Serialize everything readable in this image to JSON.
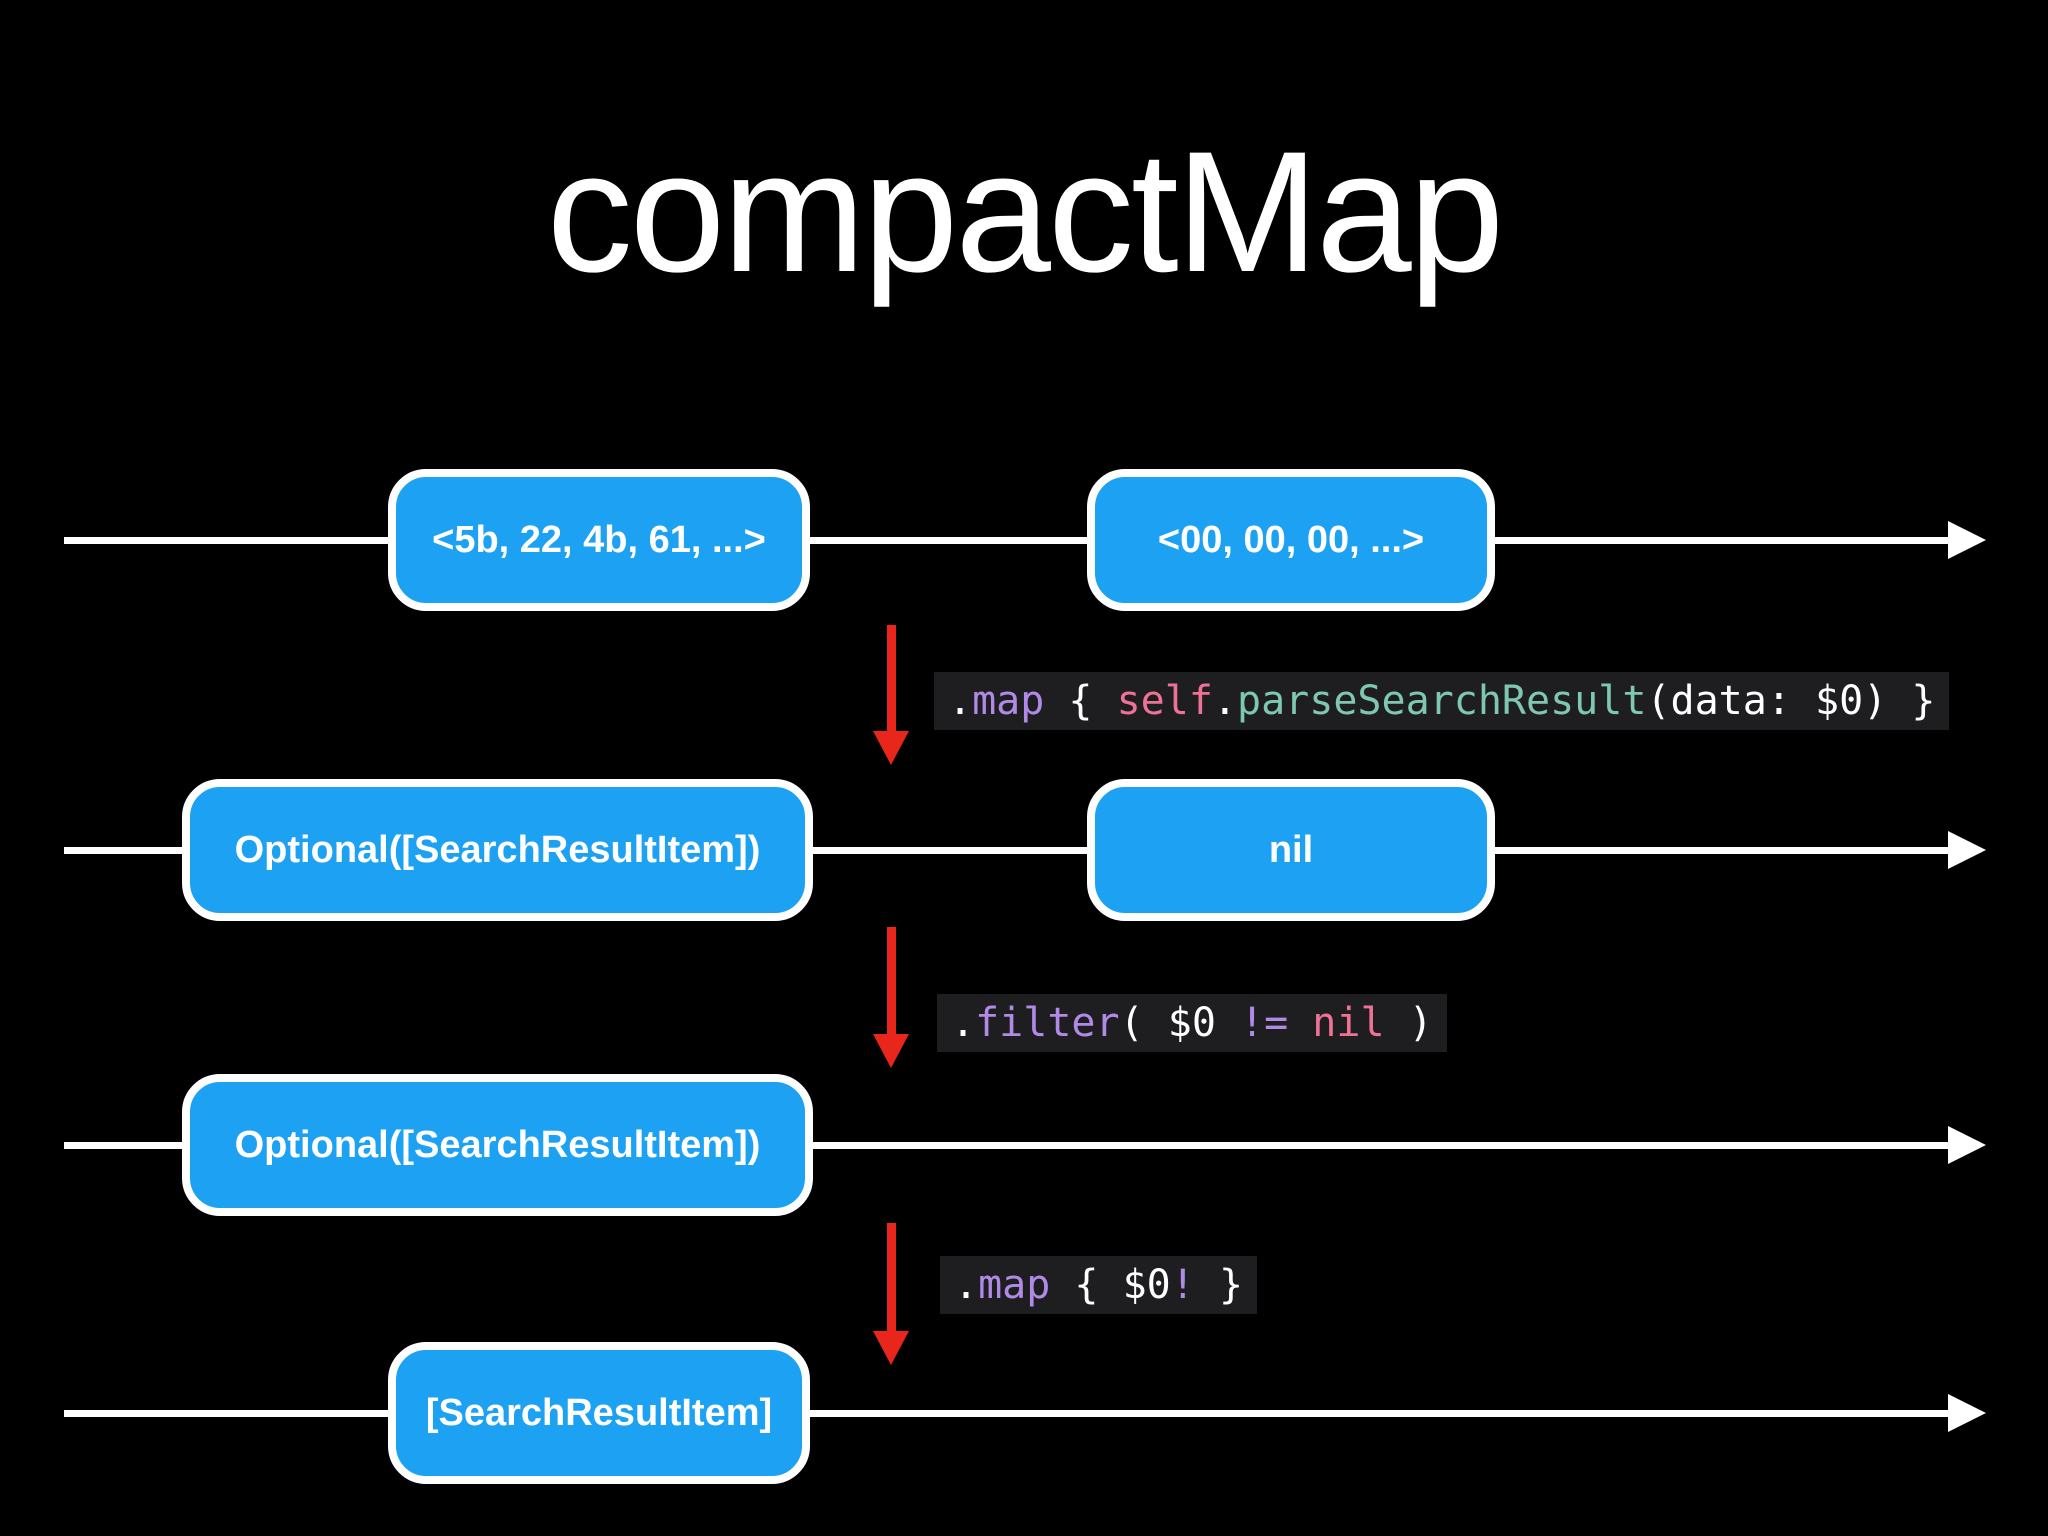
{
  "title": "compactMap",
  "diagram": {
    "timelines": [
      {
        "boxes": [
          {
            "label": "<5b, 22, 4b, 61, ...>"
          },
          {
            "label": "<00, 00, 00, ...>"
          }
        ]
      },
      {
        "boxes": [
          {
            "label": "Optional([SearchResultItem])"
          },
          {
            "label": "nil"
          }
        ]
      },
      {
        "boxes": [
          {
            "label": "Optional([SearchResultItem])"
          }
        ]
      },
      {
        "boxes": [
          {
            "label": "[SearchResultItem]"
          }
        ]
      }
    ],
    "operations": [
      {
        "code": ".map { self.parseSearchResult(data: $0) }",
        "tokens": [
          {
            "t": ".",
            "c": "plain"
          },
          {
            "t": "map",
            "c": "keyword"
          },
          {
            "t": " { ",
            "c": "plain"
          },
          {
            "t": "self",
            "c": "pink"
          },
          {
            "t": ".",
            "c": "plain"
          },
          {
            "t": "parseSearchResult",
            "c": "type"
          },
          {
            "t": "(data: $0) }",
            "c": "plain"
          }
        ]
      },
      {
        "code": ".filter( $0 != nil )",
        "tokens": [
          {
            "t": ".",
            "c": "plain"
          },
          {
            "t": "filter",
            "c": "keyword"
          },
          {
            "t": "( $0 ",
            "c": "plain"
          },
          {
            "t": "!=",
            "c": "keyword"
          },
          {
            "t": " ",
            "c": "plain"
          },
          {
            "t": "nil",
            "c": "pink"
          },
          {
            "t": " )",
            "c": "plain"
          }
        ]
      },
      {
        "code": ".map { $0! }",
        "tokens": [
          {
            "t": ".",
            "c": "plain"
          },
          {
            "t": "map",
            "c": "keyword"
          },
          {
            "t": " { ",
            "c": "plain"
          },
          {
            "t": "$0",
            "c": "plain"
          },
          {
            "t": "!",
            "c": "keyword"
          },
          {
            "t": " }",
            "c": "plain"
          }
        ]
      }
    ]
  },
  "colors": {
    "background": "#000000",
    "timeline": "#ffffff",
    "box_fill": "#1da1f2",
    "box_border": "#ffffff",
    "box_text": "#ffffff",
    "arrow_red": "#e8261b",
    "code_background": "#1e1e21",
    "code_plain": "#ffffff",
    "code_keyword": "#b08ae6",
    "code_pink": "#ee7196",
    "code_type": "#7fc8b0"
  }
}
